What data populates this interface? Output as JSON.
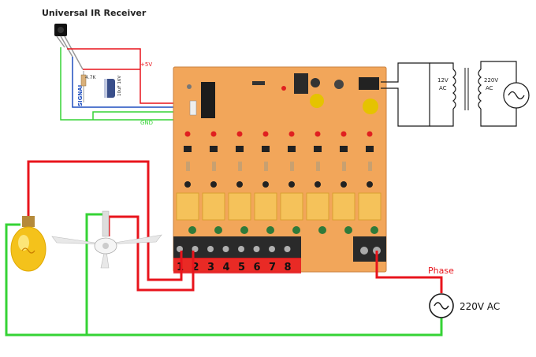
{
  "title": "Universal IR Receiver",
  "labels": {
    "vcc": "+5V",
    "gnd": "GND",
    "signal": "SIGNAL",
    "resistor": "4.7K",
    "capacitor": "10uF 16V",
    "transformer_secondary": [
      "12V",
      "AC"
    ],
    "transformer_primary": [
      "220V",
      "AC"
    ],
    "phase": "Phase",
    "mains": "220V AC"
  },
  "channels": [
    "1",
    "2",
    "3",
    "4",
    "5",
    "6",
    "7",
    "8"
  ],
  "colors": {
    "wire_red": "#e8141c",
    "wire_green": "#35d335",
    "wire_black": "#1a1a1a",
    "wire_blue": "#1f4fbf",
    "pcb": "#f2a65a",
    "relay": "#f5c25a",
    "terminal": "#2a2a2a",
    "led": "#e02020"
  },
  "icons": [
    "ir-receiver-icon",
    "bulb-icon",
    "ceiling-fan-icon",
    "ac-source-icon",
    "transformer-icon"
  ]
}
